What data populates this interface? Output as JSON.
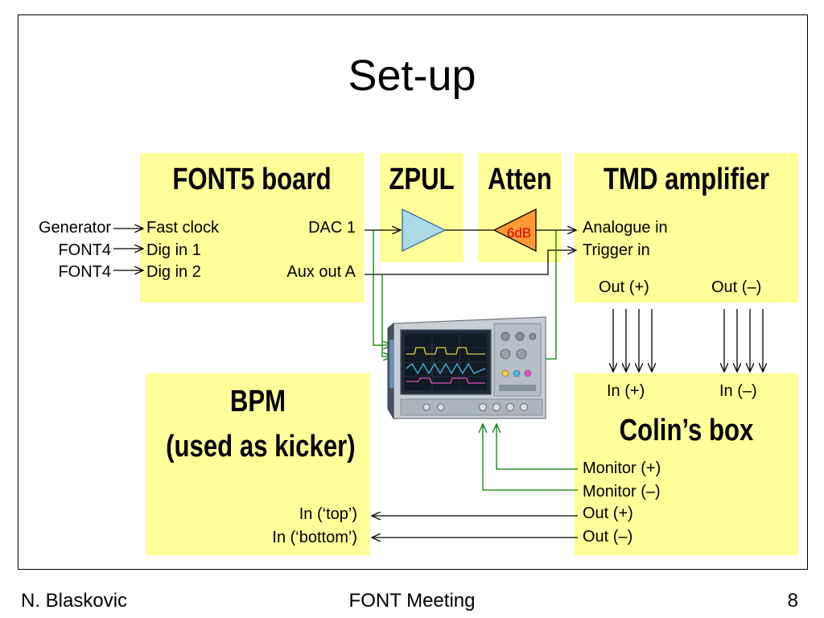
{
  "title": "Set-up",
  "boxes": {
    "font5": {
      "title": "FONT5 board",
      "ports_left": [
        "Fast clock",
        "Dig in 1",
        "Dig in 2"
      ],
      "ports_right": [
        "DAC 1",
        "Aux out A"
      ]
    },
    "zpul": {
      "title": "ZPUL"
    },
    "atten": {
      "title": "Atten",
      "gain": "6dB"
    },
    "tmd": {
      "title": "TMD amplifier",
      "inputs": [
        "Analogue in",
        "Trigger in"
      ],
      "outputs": [
        "Out (+)",
        "Out (–)"
      ]
    },
    "bpm": {
      "title_line1": "BPM",
      "title_line2": "(used as kicker)",
      "inputs": [
        "In (‘top’)",
        "In (‘bottom’)"
      ]
    },
    "colin": {
      "title": "Colin’s box",
      "inputs": [
        "In (+)",
        "In (–)"
      ],
      "outputs": [
        "Monitor (+)",
        "Monitor (–)",
        "Out (+)",
        "Out (–)"
      ]
    }
  },
  "sources": [
    "Generator",
    "FONT4",
    "FONT4"
  ],
  "colors": {
    "box_fill": "#ffff99",
    "monitor_wire": "#008000",
    "amplifier_fill": "#add8e6",
    "attenuator_fill": "#ff9933",
    "attenuator_text": "#cc0000"
  },
  "icons": [
    "oscilloscope-icon",
    "amplifier-triangle-icon",
    "attenuator-triangle-icon"
  ],
  "footer": {
    "author": "N. Blaskovic",
    "meeting": "FONT Meeting",
    "page": "8"
  }
}
